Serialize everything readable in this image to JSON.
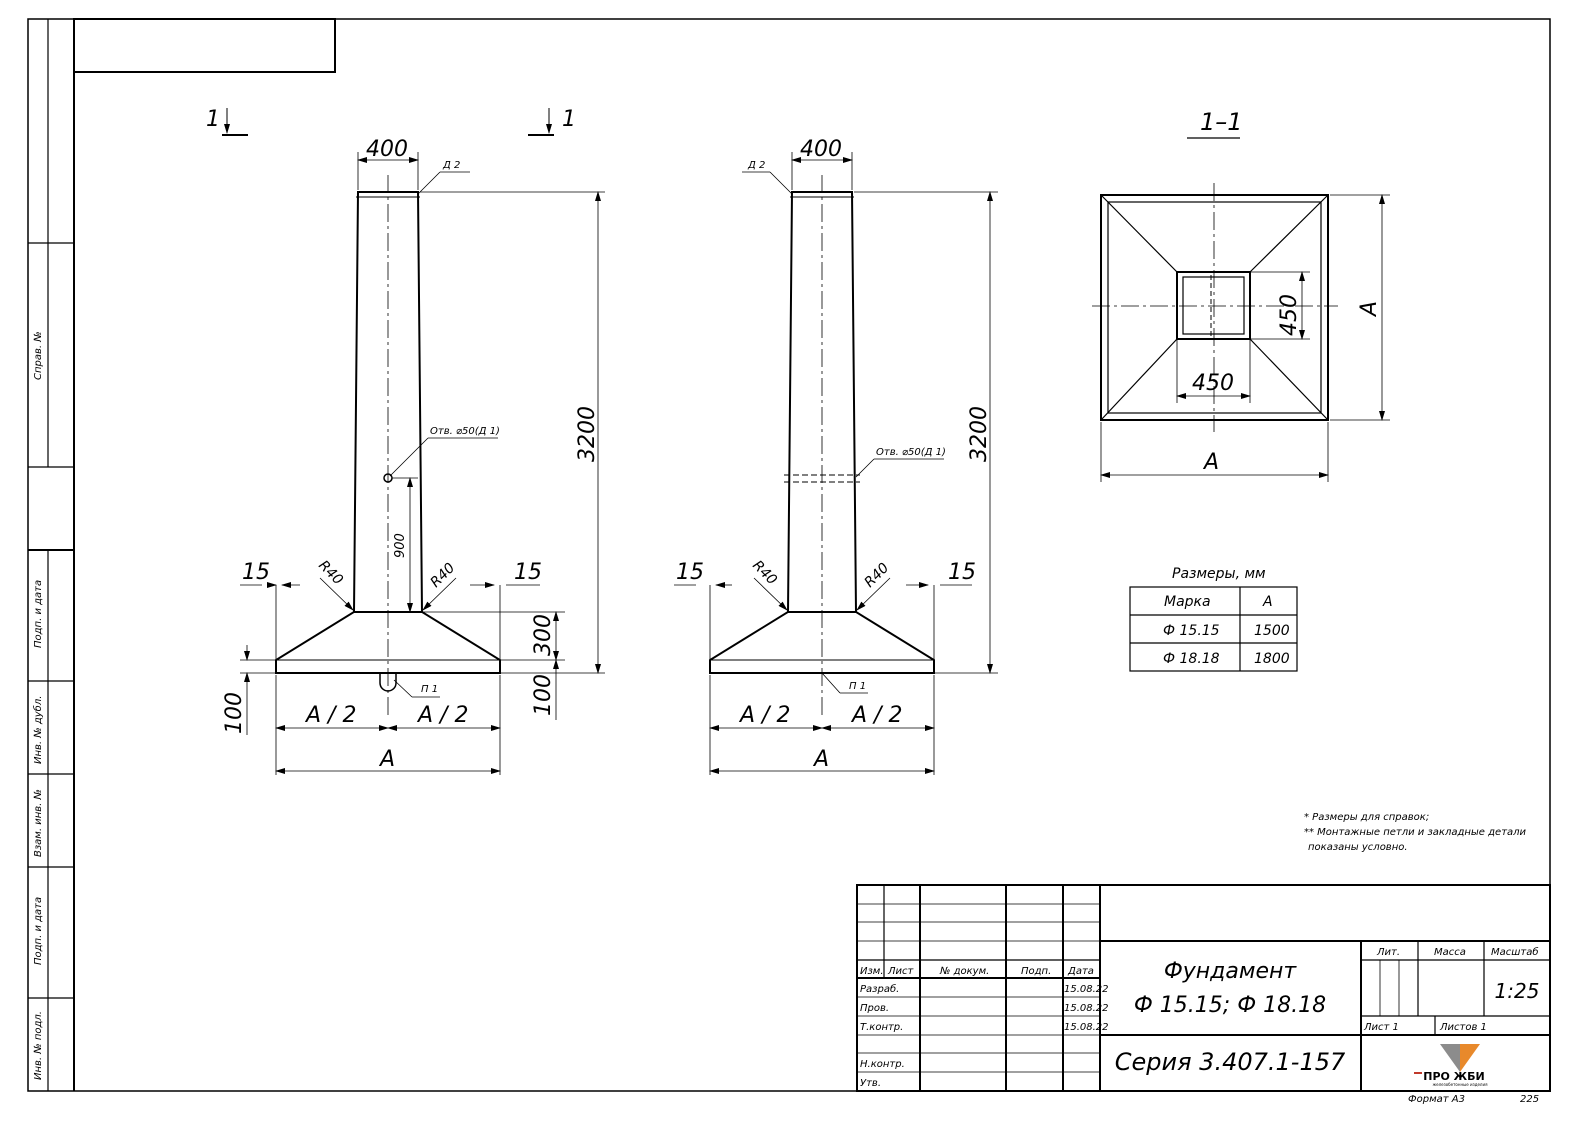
{
  "side_stamp": {
    "sprav": "Справ. №",
    "podp_data_1": "Подп. и дата",
    "inv_dubl": "Инв. № дубл.",
    "vzam_inv": "Взам. инв. №",
    "podp_data_2": "Подп. и дата",
    "inv_podl": "Инв. № подл."
  },
  "views": {
    "section_mark_left": "1",
    "section_mark_right": "1",
    "section_title": "1–1",
    "front": {
      "top_width": "400",
      "top_detail": "Д 2",
      "height": "3200",
      "hole_label": "Отв. ⌀50(Д 1)",
      "hole_height": "900",
      "side_offset_left": "15",
      "side_offset_right": "15",
      "radius_left": "R40",
      "radius_right": "R40",
      "base_height": "300",
      "bottom_left": "100",
      "bottom_right": "100",
      "loop_label": "П 1",
      "half_left": "А / 2",
      "half_right": "А / 2",
      "full": "А"
    },
    "side": {
      "top_width": "400",
      "top_detail": "Д 2",
      "height": "3200",
      "hole_label": "Отв. ⌀50(Д 1)",
      "side_offset_left": "15",
      "side_offset_right": "15",
      "radius_left": "R40",
      "radius_right": "R40",
      "loop_label": "П 1",
      "half_left": "А / 2",
      "half_right": "А / 2",
      "full": "А"
    },
    "plan": {
      "inner_v": "450",
      "inner_h": "450",
      "outer_v": "А",
      "outer_h": "А"
    }
  },
  "dimensions_table": {
    "caption": "Размеры, мм",
    "headers": [
      "Марка",
      "А"
    ],
    "rows": [
      [
        "Ф 15.15",
        "1500"
      ],
      [
        "Ф 18.18",
        "1800"
      ]
    ]
  },
  "notes": [
    "* Размеры для справок;",
    "** Монтажные петли и закладные детали",
    "показаны условно."
  ],
  "title_block": {
    "col_izm": "Изм.",
    "col_list": "Лист",
    "col_docum": "№ докум.",
    "col_podp": "Подп.",
    "col_data": "Дата",
    "role_razrab": "Разраб.",
    "role_prov": "Пров.",
    "role_tkontr": "Т.контр.",
    "role_nkontr": "Н.контр.",
    "role_utv": "Утв.",
    "date_1": "15.08.22",
    "date_2": "15.08.22",
    "date_3": "15.08.22",
    "title_line1": "Фундамент",
    "title_line2": "Ф 15.15; Ф 18.18",
    "series": "Серия 3.407.1-157",
    "lit": "Лит.",
    "massa": "Масса",
    "masshtab": "Масштаб",
    "scale": "1:25",
    "list": "Лист 1",
    "listov": "Листов 1",
    "logo_text": "ПРО ЖБИ",
    "logo_subtext": "железобетонные изделия",
    "format": "Формат А3",
    "code": "225"
  },
  "colors": {
    "line": "#000000",
    "logo_orange": "#e8892b",
    "logo_gray": "#8c8c8c",
    "logo_red": "#c0392b"
  }
}
